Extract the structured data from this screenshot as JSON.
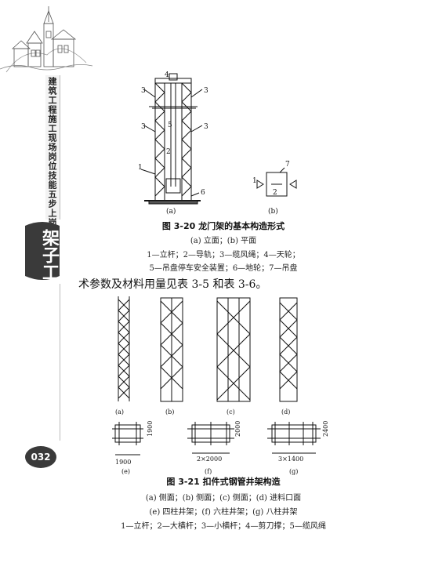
{
  "sidebar": {
    "series_title": "建筑工程施工现场岗位技能五步上岗系列",
    "book_title": "架子工",
    "page_number": "032"
  },
  "figure_3_20": {
    "caption": "图 3-20   龙门架的基本构造形式",
    "sub_a": "(a)",
    "sub_b": "(b)",
    "legend_line1": "(a) 立面；(b) 平面",
    "legend_line2": "1—立杆；2—导轨；3—缆风绳；4—天轮；",
    "legend_line3": "5—吊盘停车安全装置；6—地轮；7—吊盘",
    "labels": [
      "1",
      "2",
      "3",
      "4",
      "5",
      "6",
      "7"
    ]
  },
  "body_text": "术参数及材料用量见表 3-5 和表 3-6。",
  "figure_3_21": {
    "caption": "图 3-21   扣件式钢管井架构造",
    "sub_labels": [
      "(a)",
      "(b)",
      "(c)",
      "(d)",
      "(e)",
      "(f)",
      "(g)"
    ],
    "dims": [
      "1900",
      "1900",
      "2000",
      "2×2000",
      "2400",
      "3×1400"
    ],
    "legend_line1": "(a) 侧面；(b) 侧面；(c) 侧面；(d) 进料口面",
    "legend_line2": "(e) 四柱井架；(f) 六柱井架；(g) 八柱井架",
    "legend_line3": "1—立杆；2—大横杆；3—小横杆；4—剪刀撑；5—缆风绳"
  }
}
